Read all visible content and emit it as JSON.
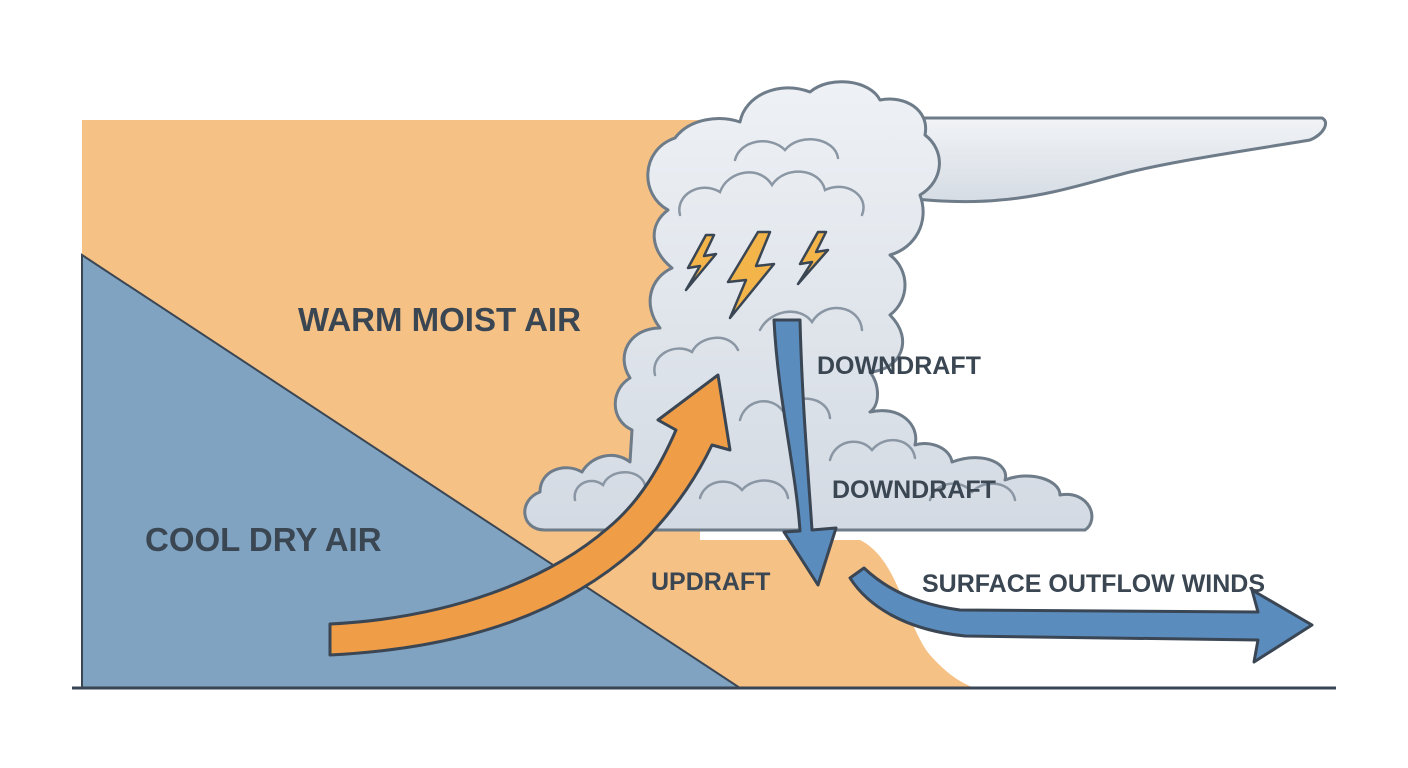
{
  "labels": {
    "warm_air": "WARM MOIST AIR",
    "cool_air": "COOL DRY AIR",
    "downdraft_upper": "DOWNDRAFT",
    "downdraft_lower": "DOWNDRAFT",
    "updraft": "UPDRAFT",
    "outflow": "SURFACE OUTFLOW WINDS"
  },
  "colors": {
    "warm_air": "#f6c184",
    "cool_air": "#7fa3c1",
    "updraft_arrow": "#ef9d47",
    "downdraft_arrow": "#5a8cbe",
    "cloud_fill": "#dde3ea",
    "cloud_outline": "#6e7b89",
    "lightning": "#f3b54a",
    "text": "#3b4653",
    "outline": "#3a4654"
  },
  "icons": [
    "lightning-bolt-icon",
    "lightning-bolt-icon",
    "lightning-bolt-icon"
  ]
}
